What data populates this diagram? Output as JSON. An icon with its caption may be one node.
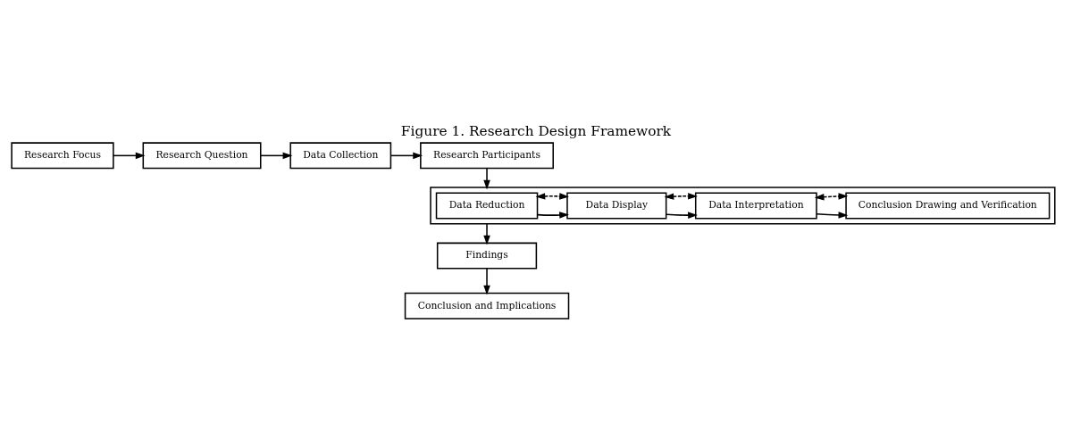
{
  "diagram": {
    "title": "Figure 1. Research Design Framework",
    "nodes": [
      {
        "text": [
          "Research Focus"
        ]
      },
      {
        "text": [
          "Research Question"
        ]
      },
      {
        "text": [
          "Data Collection"
        ]
      },
      {
        "text": [
          "Research Participants"
        ]
      },
      {
        "text": [],
        "shape": "box"
      },
      {
        "text": [
          "Data Reduction"
        ],
        "in": 4
      },
      {
        "text": [
          "Data Display"
        ],
        "in": 4
      },
      {
        "text": [
          "Data Interpretation"
        ],
        "in": 4
      },
      {
        "text": [
          "Conclusion Drawing and Verification"
        ],
        "in": 4
      },
      {
        "text": [
          "Findings"
        ]
      },
      {
        "text": [
          "Conclusion and Implications"
        ]
      }
    ],
    "edges": [
      {
        "from": 0,
        "to": 1,
        "arrow": "to"
      },
      {
        "from": 1,
        "to": 2,
        "arrow": "to"
      },
      {
        "from": 2,
        "to": 3,
        "arrow": "to"
      },
      {
        "from": 3,
        "to": 4,
        "arrow": "to"
      },
      {
        "from": 5,
        "to": 6,
        "arrow": "to"
      },
      {
        "from": 6,
        "to": 7,
        "arrow": "to"
      },
      {
        "from": 7,
        "to": 8,
        "arrow": "to"
      },
      {
        "from": 5,
        "to": 6,
        "arrow": "both",
        "style": "dashed"
      },
      {
        "from": 6,
        "to": 7,
        "arrow": "both",
        "style": "dashed"
      },
      {
        "from": 7,
        "to": 8,
        "arrow": "both",
        "style": "dashed"
      },
      {
        "from": 4,
        "to": 9,
        "arrow": "to"
      },
      {
        "from": 9,
        "to": 10,
        "arrow": "to"
      }
    ]
  }
}
